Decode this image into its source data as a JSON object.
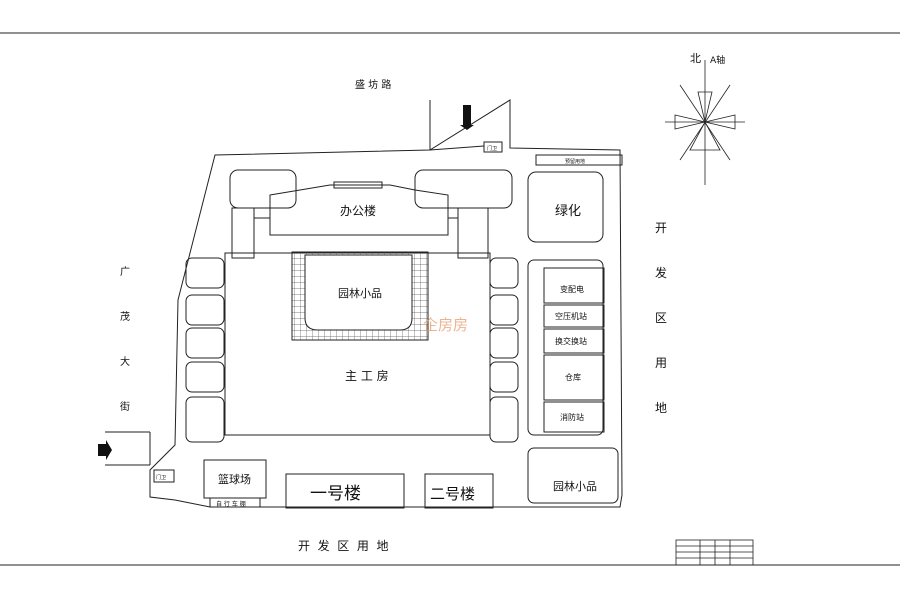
{
  "roads": {
    "north": "盛 坊 路",
    "west": [
      "广",
      "茂",
      "大",
      "街"
    ],
    "east": [
      "开",
      "发",
      "区",
      "用",
      "地"
    ],
    "south": "开  发  区  用  地"
  },
  "buildings": {
    "office": "办公楼",
    "green": "绿化",
    "garden_inner": "园林小品",
    "main_plant": "主 工 房",
    "substation": "变配电",
    "air_compressor": "空压机站",
    "heat_exchange": "换交换站",
    "warehouse": "仓库",
    "fire_station": "消防站",
    "garden_east": "园林小品",
    "basketball": "篮球场",
    "bike_shed": "自 行 车 棚",
    "building1": "一号楼",
    "building2": "二号楼",
    "guard_north": "门卫",
    "guard_west": "门卫",
    "sign_east": "预留用地"
  },
  "compass": {
    "north_label": "北",
    "axis_label": "A轴"
  },
  "watermark": "企房房",
  "title_block": {
    "rows": 4,
    "cols": 5
  }
}
